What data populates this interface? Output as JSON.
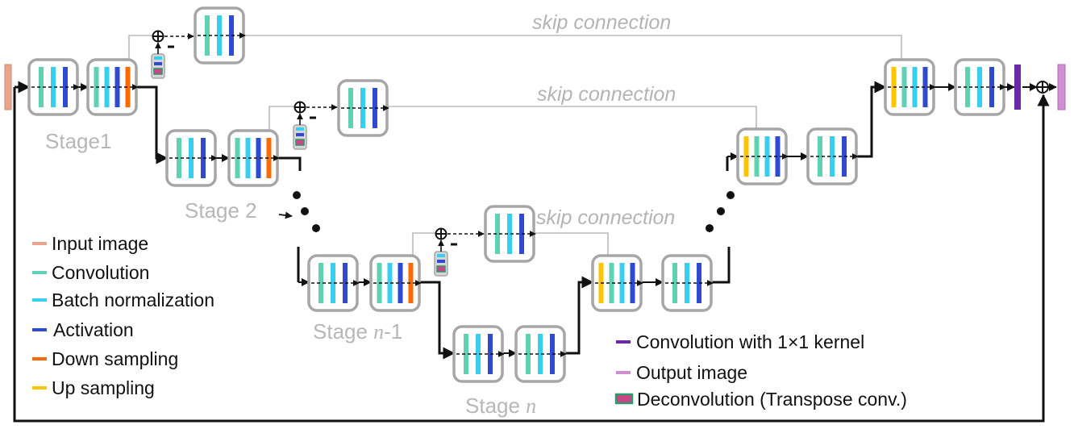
{
  "colors": {
    "input": "#e8a48c",
    "convolution": "#5fd2b4",
    "batch_norm": "#36d0ee",
    "activation": "#2f49d1",
    "down": "#ff6a00",
    "up": "#ffc400",
    "conv1x1": "#6a2aa8",
    "output": "#cf8fd0",
    "deconv_fill": "#cc4488",
    "deconv_border": "#2a9a66",
    "block_border": "#a6a6a6",
    "skip_line": "#bbbbbb",
    "arrow": "#111111"
  },
  "stages": {
    "stage1": "Stage1",
    "stage2": "Stage 2",
    "stage_n1_prefix": "Stage ",
    "stage_n1_var": "n",
    "stage_n1_suffix": "-1",
    "stagen_prefix": "Stage ",
    "stagen_var": "n"
  },
  "skip": {
    "label1": "skip connection",
    "label2": "skip connection",
    "label3": "skip connection"
  },
  "symbols": {
    "plus": "⊕",
    "minus": "-"
  },
  "legend": {
    "input": "Input image",
    "convolution": "Convolution",
    "batch_norm": "Batch normalization",
    "activation": "Activation",
    "down": "Down sampling",
    "up": "Up sampling",
    "conv1x1": "Convolution with 1×1 kernel",
    "output": "Output image",
    "deconv": "Deconvolution (Transpose conv.)"
  }
}
